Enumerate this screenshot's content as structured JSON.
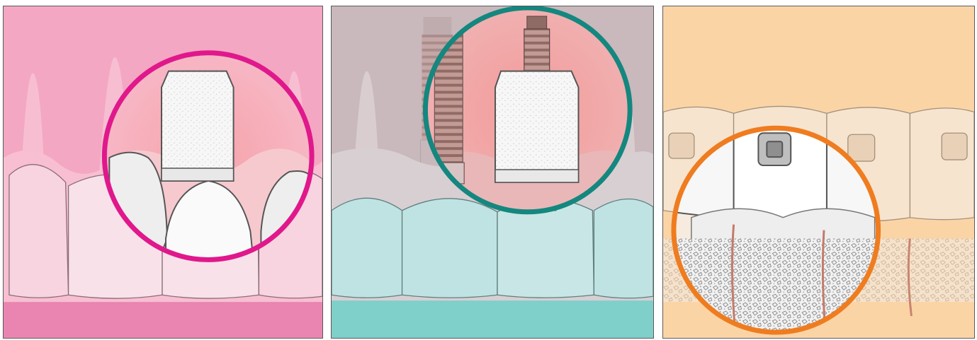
{
  "panels": [
    {
      "name": "bone-graft-block-panel",
      "accent": "#e0188c",
      "background": "#f4a7c2",
      "gum": "#e57ba8"
    },
    {
      "name": "implant-bone-graft-panel",
      "accent": "#14877f",
      "background": "#c9b8bc",
      "gum": "#7fcfcb"
    },
    {
      "name": "orthodontic-bone-graft-panel",
      "accent": "#ef7c1f",
      "background": "#fbd4a6",
      "gum": "#f4cfa6"
    }
  ]
}
